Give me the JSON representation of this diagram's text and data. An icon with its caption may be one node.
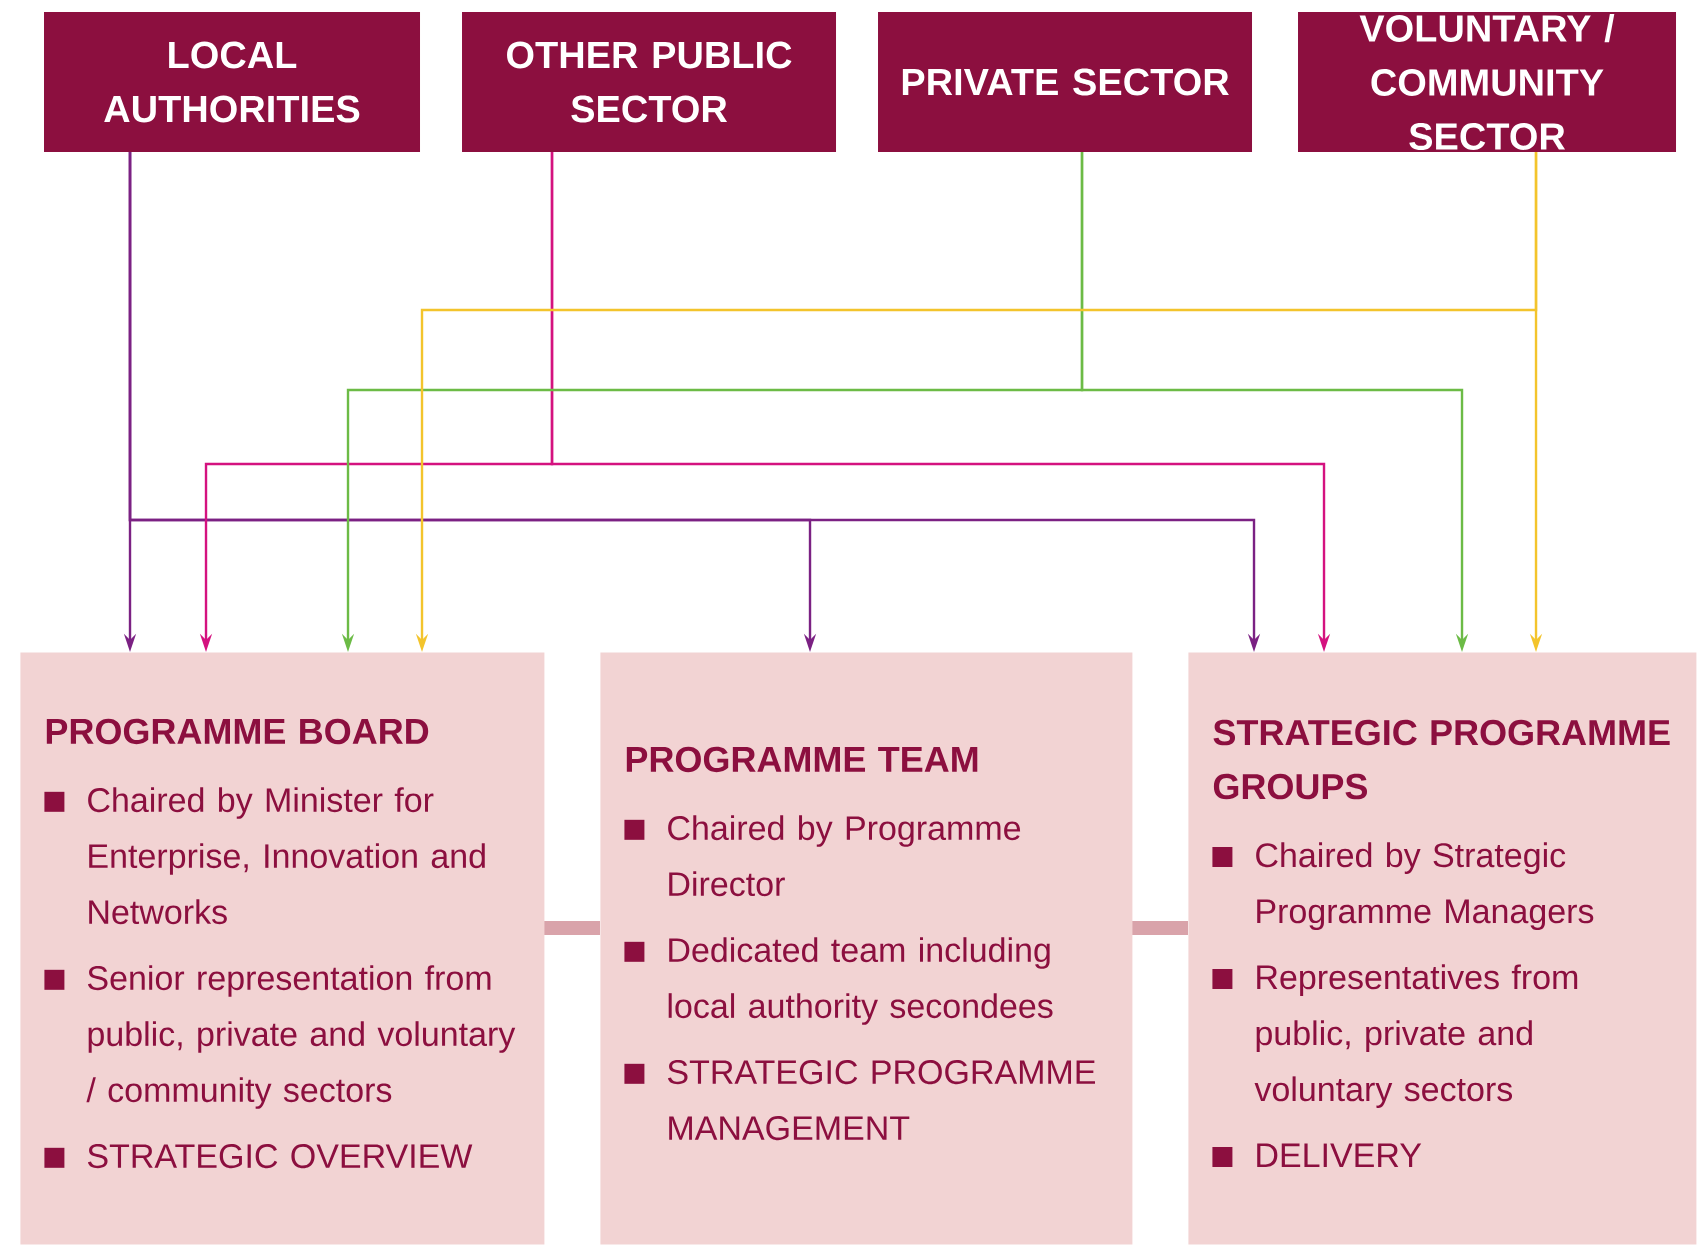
{
  "diagram": {
    "nodes": [
      {
        "text": [
          "LOCAL AUTHORITIES"
        ]
      },
      {
        "text": [
          "OTHER PUBLIC SECTOR"
        ]
      },
      {
        "text": [
          "PRIVATE SECTOR"
        ]
      },
      {
        "text": [
          "VOLUNTARY / COMMUNITY SECTOR"
        ]
      },
      {
        "text": [
          "PROGRAMME BOARD",
          "Chaired by Minister for Enterprise, Innovation and Networks",
          "Senior representation from public, private and voluntary / community sectors",
          "STRATEGIC OVERVIEW"
        ]
      },
      {
        "text": [
          "PROGRAMME TEAM",
          "Chaired by Programme Director",
          "Dedicated team including local authority secondees",
          "STRATEGIC PROGRAMME MANAGEMENT"
        ]
      },
      {
        "text": [
          "STRATEGIC PROGRAMME GROUPS",
          "Chaired by Strategic Programme Managers",
          "Representatives from public, private and voluntary sectors",
          "DELIVERY"
        ]
      }
    ],
    "edges": [
      {
        "from": 0,
        "to": 4,
        "arrow": "to",
        "color": "#7b2183"
      },
      {
        "from": 0,
        "to": 5,
        "arrow": "to",
        "color": "#7b2183"
      },
      {
        "from": 0,
        "to": 6,
        "arrow": "to",
        "color": "#7b2183"
      },
      {
        "from": 1,
        "to": 4,
        "arrow": "to",
        "color": "#d4127f"
      },
      {
        "from": 1,
        "to": 6,
        "arrow": "to",
        "color": "#d4127f"
      },
      {
        "from": 2,
        "to": 4,
        "arrow": "to",
        "color": "#6cbb46"
      },
      {
        "from": 2,
        "to": 6,
        "arrow": "to",
        "color": "#6cbb46"
      },
      {
        "from": 3,
        "to": 4,
        "arrow": "to",
        "color": "#f3c42c"
      },
      {
        "from": 3,
        "to": 6,
        "arrow": "to",
        "color": "#f3c42c"
      },
      {
        "from": 4,
        "to": 5,
        "arrow": "none",
        "style": "thick",
        "color": "#d9a3aa"
      },
      {
        "from": 5,
        "to": 6,
        "arrow": "none",
        "style": "thick",
        "color": "#d9a3aa"
      }
    ]
  }
}
